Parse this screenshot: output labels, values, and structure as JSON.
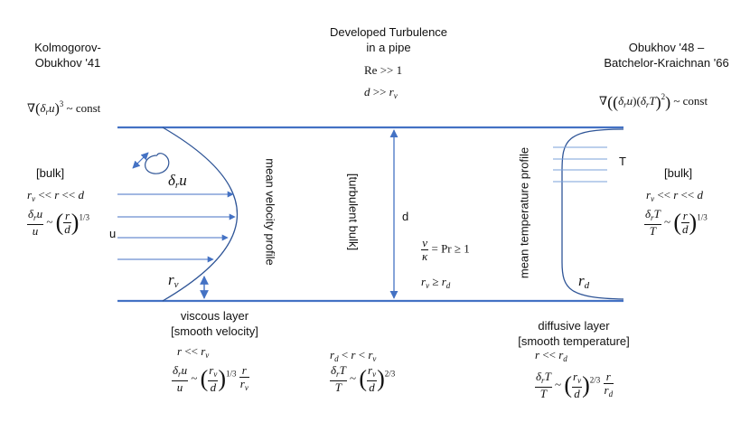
{
  "left_header": {
    "line1": "Kolmogorov-",
    "line2": "Obukhov  '41",
    "law": "∇(δᵣu)³ ~ const"
  },
  "center_header": {
    "line1": "Developed Turbulence",
    "line2": "in a pipe",
    "cond1": "Re >> 1",
    "cond2": "d >> rᵥ"
  },
  "right_header": {
    "line1": "Obukhov '48 –",
    "line2": "Batchelor-Kraichnan '66",
    "law": "∇((δᵣu)(δᵣT)²) ~ const"
  },
  "left_bulk": {
    "label": "[bulk]",
    "cond": "rᵥ << r << d",
    "scaling": "δᵣu/u ~ (r/d)^1/3"
  },
  "right_bulk": {
    "label": "[bulk]",
    "cond": "rᵥ << r << d",
    "scaling": "δᵣT/T ~ (r/d)^1/3"
  },
  "pipe": {
    "velocity_label": "u",
    "eddy_label": "δᵣu",
    "viscous_scale_label": "rᵥ",
    "velocity_profile_label": "mean velocity profile",
    "turbulent_bulk_label": "[turbulent bulk]",
    "diameter_label": "d",
    "prandtl": "ν/κ = Pr ≥ 1",
    "scale_order": "rᵥ ≥ r_d",
    "temperature_profile_label": "mean temperature profile",
    "temperature_label": "T",
    "diffusive_scale_label": "r_d"
  },
  "viscous_layer": {
    "line1": "viscous layer",
    "line2": "[smooth velocity]",
    "cond": "r << rᵥ",
    "scaling": "δᵣu/u ~ (rᵥ/d)^1/3 · r/rᵥ"
  },
  "middle_range": {
    "cond": "r_d < r < rᵥ",
    "scaling": "δᵣT/T ~ (rᵥ/d)^2/3"
  },
  "diffusive_layer": {
    "line1": "diffusive layer",
    "line2": "[smooth temperature]",
    "cond": "r << r_d",
    "scaling": "δᵣT/T ~ (rᵥ/d)^2/3 · r/r_d"
  },
  "colors": {
    "pipe_wall": "#4472c4",
    "profile": "#2f5597",
    "arrow": "#4472c4",
    "text": "#111111"
  }
}
